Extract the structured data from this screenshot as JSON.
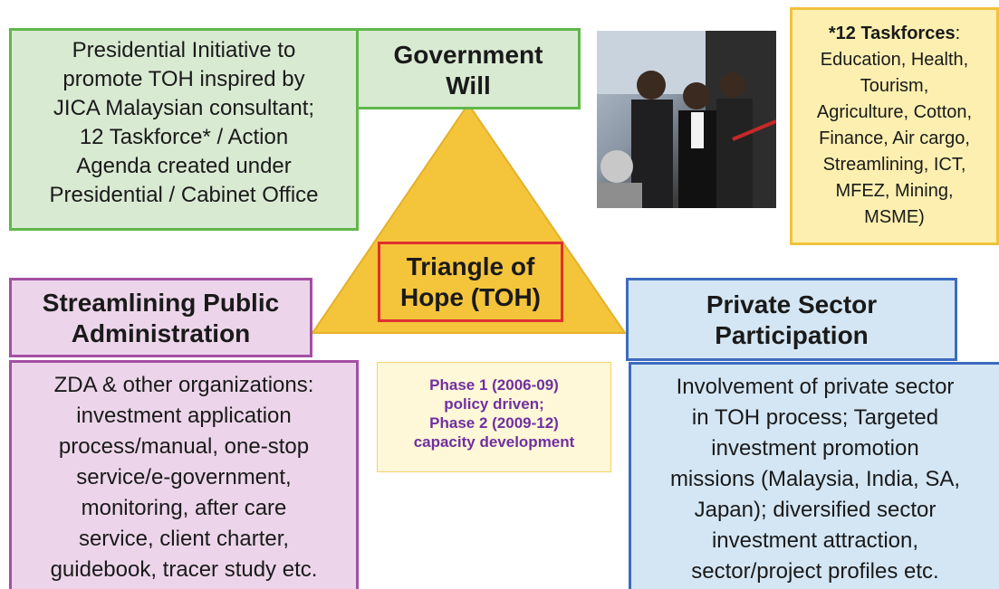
{
  "government": {
    "title_lines": [
      "Government",
      "Will"
    ],
    "description_lines": [
      "Presidential Initiative to",
      "promote TOH inspired by",
      "JICA Malaysian consultant;",
      "12 Taskforce* / Action",
      "Agenda created under",
      "Presidential / Cabinet Office"
    ]
  },
  "taskforces": {
    "heading": "*12 Taskforces",
    "heading_suffix": ":",
    "lines": [
      "Education, Health,",
      "Tourism,",
      "Agriculture, Cotton,",
      "Finance, Air cargo,",
      "Streamlining, ICT,",
      "MFEZ, Mining,",
      "MSME)"
    ]
  },
  "center": {
    "title_lines": [
      "Triangle of",
      "Hope (TOH)"
    ]
  },
  "streamlining": {
    "title_lines": [
      "Streamlining Public",
      "Administration"
    ],
    "description_lines": [
      "ZDA & other organizations:",
      "investment application",
      "process/manual, one-stop",
      "service/e-government,",
      "monitoring, after care",
      "service, client charter,",
      "guidebook, tracer study etc."
    ]
  },
  "phases": {
    "lines": [
      "Phase 1 (2006-09)",
      "policy driven;",
      "Phase 2 (2009-12)",
      "capacity development"
    ]
  },
  "private_sector": {
    "title_lines": [
      "Private Sector",
      "Participation"
    ],
    "description_lines": [
      "Involvement of private sector",
      "in TOH process; Targeted",
      "investment promotion",
      "missions (Malaysia, India, SA,",
      "Japan); diversified sector",
      "investment attraction,",
      "sector/project profiles etc."
    ]
  },
  "colors": {
    "triangle_fill": "#f4c43a",
    "green_border": "#5fb84a",
    "purple_border": "#a44fa5",
    "blue_border": "#3d6bbf",
    "red_border": "#e03030",
    "phase_text": "#7030a0"
  }
}
